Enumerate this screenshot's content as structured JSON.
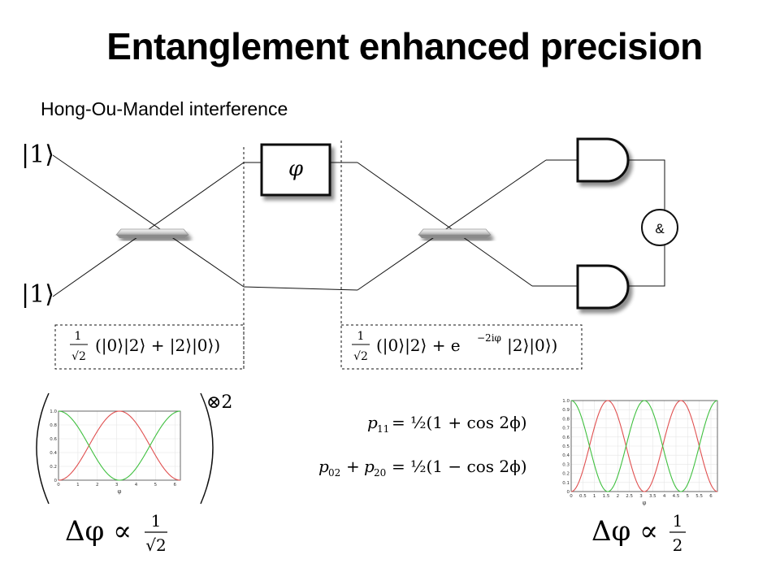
{
  "slide": {
    "title": "Entanglement enhanced precision",
    "subtitle": "Hong-Ou-Mandel interference"
  },
  "circuit": {
    "input_state_top": "|1⟩",
    "input_state_bottom": "|1⟩",
    "phase_label": "φ",
    "and_gate_label": "&"
  },
  "states": {
    "after_first_bs": {
      "prefix": "1",
      "sqrt": "√2",
      "body": "(|0⟩|2⟩ + |2⟩|0⟩)"
    },
    "after_phase": {
      "prefix": "1",
      "sqrt": "√2",
      "part1": "(|0⟩|2⟩ + e",
      "exponent": "−2iφ",
      "part2": "|2⟩|0⟩)"
    },
    "tensor_power": "⊗2"
  },
  "probabilities": {
    "p11": {
      "lhs": "p",
      "sub": "11",
      "rhs": "= ½(1 + cos 2ϕ)"
    },
    "p02_p20": {
      "lhs1": "p",
      "sub1": "02",
      "plus": "+",
      "lhs2": "p",
      "sub2": "20",
      "rhs": "= ½(1 − cos 2ϕ)"
    }
  },
  "scaling": {
    "left": {
      "lhs": "Δφ ∝",
      "num": "1",
      "den": "√2"
    },
    "right": {
      "lhs": "Δφ ∝",
      "num": "1",
      "den": "2"
    }
  },
  "chart_data": [
    {
      "type": "line",
      "xlim": [
        0,
        6.28
      ],
      "ylim": [
        0,
        1.0
      ],
      "x_ticks": [
        "0",
        "1",
        "2",
        "3",
        "4",
        "5",
        "6"
      ],
      "y_ticks": [
        "0",
        "0.2",
        "0.4",
        "0.6",
        "0.8",
        "1.0"
      ],
      "xlabel": "φ",
      "series": [
        {
          "color": "#e05050",
          "formula": "sin^2(x/2)"
        },
        {
          "color": "#40c040",
          "formula": "cos^2(x/2)"
        }
      ]
    },
    {
      "type": "line",
      "xlim": [
        0,
        6.28
      ],
      "ylim": [
        0,
        1.0
      ],
      "x_ticks": [
        "0",
        "0.5",
        "1",
        "1.5",
        "2",
        "2.5",
        "3",
        "3.5",
        "4",
        "4.5",
        "5",
        "5.5",
        "6"
      ],
      "y_ticks": [
        "0",
        "0.1",
        "0.2",
        "0.3",
        "0.4",
        "0.5",
        "0.6",
        "0.7",
        "0.8",
        "0.9",
        "1.0"
      ],
      "xlabel": "φ",
      "series": [
        {
          "color": "#e05050",
          "formula": "sin^2(x)"
        },
        {
          "color": "#40c040",
          "formula": "cos^2(x)"
        }
      ]
    }
  ]
}
